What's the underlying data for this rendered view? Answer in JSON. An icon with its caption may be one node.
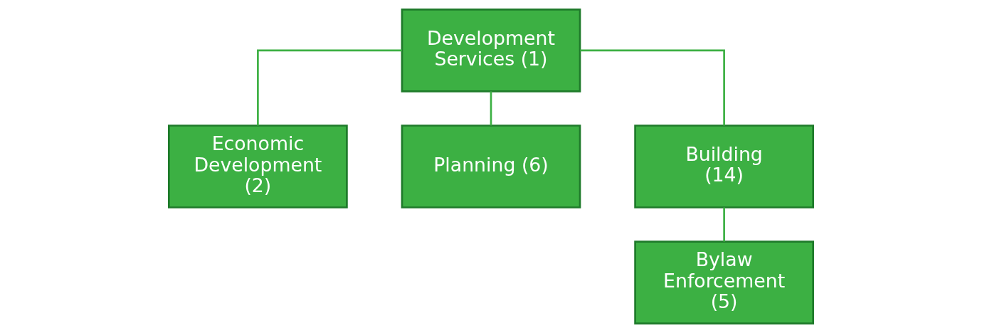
{
  "diagram": {
    "nodes": [
      {
        "text": [
          "Development Services (1)"
        ]
      },
      {
        "text": [
          "Economic Development (2)"
        ]
      },
      {
        "text": [
          "Planning (6)"
        ]
      },
      {
        "text": [
          "Building (14)"
        ]
      },
      {
        "text": [
          "Bylaw Enforcement (5)"
        ]
      }
    ],
    "edges": [
      {
        "from": 0,
        "to": 1,
        "arrow": "none"
      },
      {
        "from": 0,
        "to": 2,
        "arrow": "none"
      },
      {
        "from": 0,
        "to": 3,
        "arrow": "none"
      },
      {
        "from": 3,
        "to": 4,
        "arrow": "none"
      }
    ]
  }
}
